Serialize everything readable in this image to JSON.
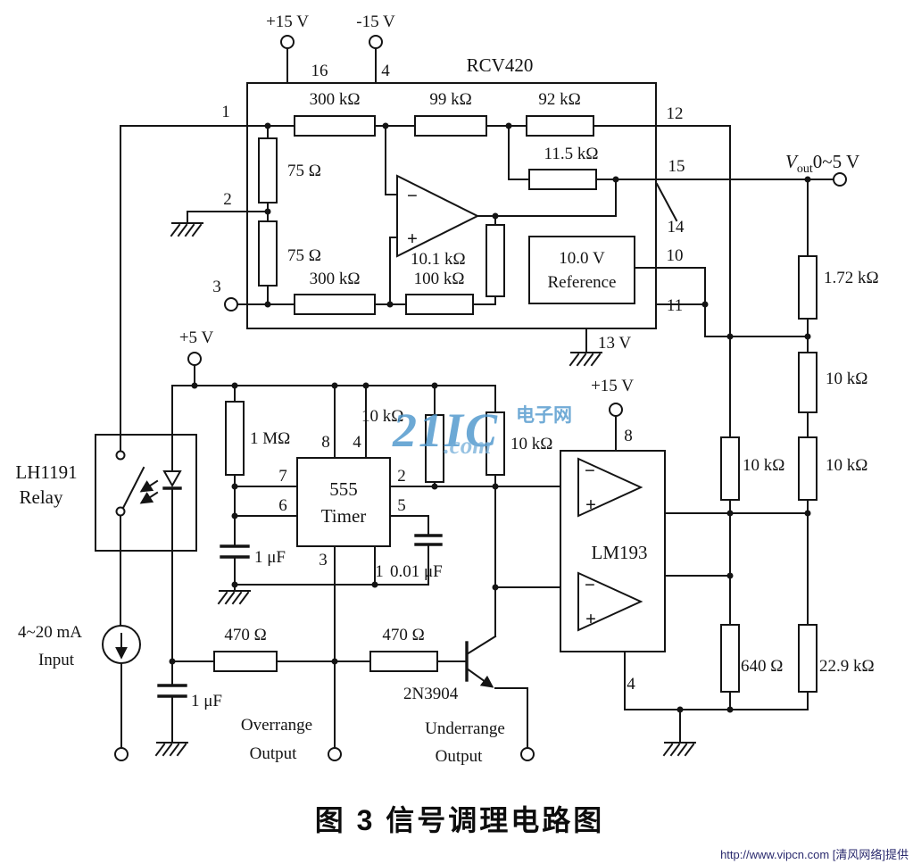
{
  "watermark": {
    "brand": "21IC",
    "cn": "电子网",
    "com": ".com"
  },
  "caption": "图 3  信号调理电路图",
  "credit": "http://www.vipcn.com [清风网络]提供",
  "rcv420": {
    "title": "RCV420",
    "vpos": "+15 V",
    "vneg": "-15 V",
    "pins": {
      "p16": "16",
      "p4": "4",
      "p1": "1",
      "p2": "2",
      "p3": "3",
      "p12": "12",
      "p15": "15",
      "p14": "14",
      "p10": "10",
      "p11": "11",
      "p13": "13 V"
    },
    "r300k_top": "300 kΩ",
    "r99k": "99 kΩ",
    "r92k": "92 kΩ",
    "r11_5k": "11.5 kΩ",
    "r75_a": "75 Ω",
    "r75_b": "75 Ω",
    "r300k_bot": "300 kΩ",
    "r100k": "100 kΩ",
    "r10_1k": "10.1 kΩ",
    "opamp": {
      "minus": "−",
      "plus": "+"
    },
    "reference": {
      "line1": "10.0 V",
      "line2": "Reference"
    }
  },
  "vout": {
    "v": "V",
    "sub": "out",
    "range": "0~5 V"
  },
  "divider": {
    "r1_72k": "1.72 kΩ",
    "r10k_a": "10 kΩ",
    "r10k_b": "10 kΩ",
    "r10k_c": "10 kΩ",
    "r640": "640 Ω",
    "r22_9k": "22.9 kΩ"
  },
  "timer": {
    "vcc": "+5 V",
    "name1": "555",
    "name2": "Timer",
    "pins": {
      "p8": "8",
      "p4": "4",
      "p7": "7",
      "p6": "6",
      "p2": "2",
      "p5": "5",
      "p3": "3",
      "p1": "1"
    },
    "r1m": "1 MΩ",
    "r10k_1": "10 kΩ",
    "r10k_2": "10 kΩ",
    "c1uf": "1 μF",
    "c001uf": "0.01 μF"
  },
  "lm193": {
    "name": "LM193",
    "vcc": "+15 V",
    "p8": "8",
    "p4": "4",
    "c1minus": "−",
    "c1plus": "+",
    "c2minus": "−",
    "c2plus": "+"
  },
  "relay": {
    "name1": "LH1191",
    "name2": "Relay"
  },
  "source": {
    "line1": "4~20 mA",
    "line2": "Input",
    "c1uf": "1 μF"
  },
  "out": {
    "r470_a": "470 Ω",
    "r470_b": "470 Ω",
    "q": "2N3904",
    "over1": "Overrange",
    "over2": "Output",
    "under1": "Underrange",
    "under2": "Output"
  }
}
